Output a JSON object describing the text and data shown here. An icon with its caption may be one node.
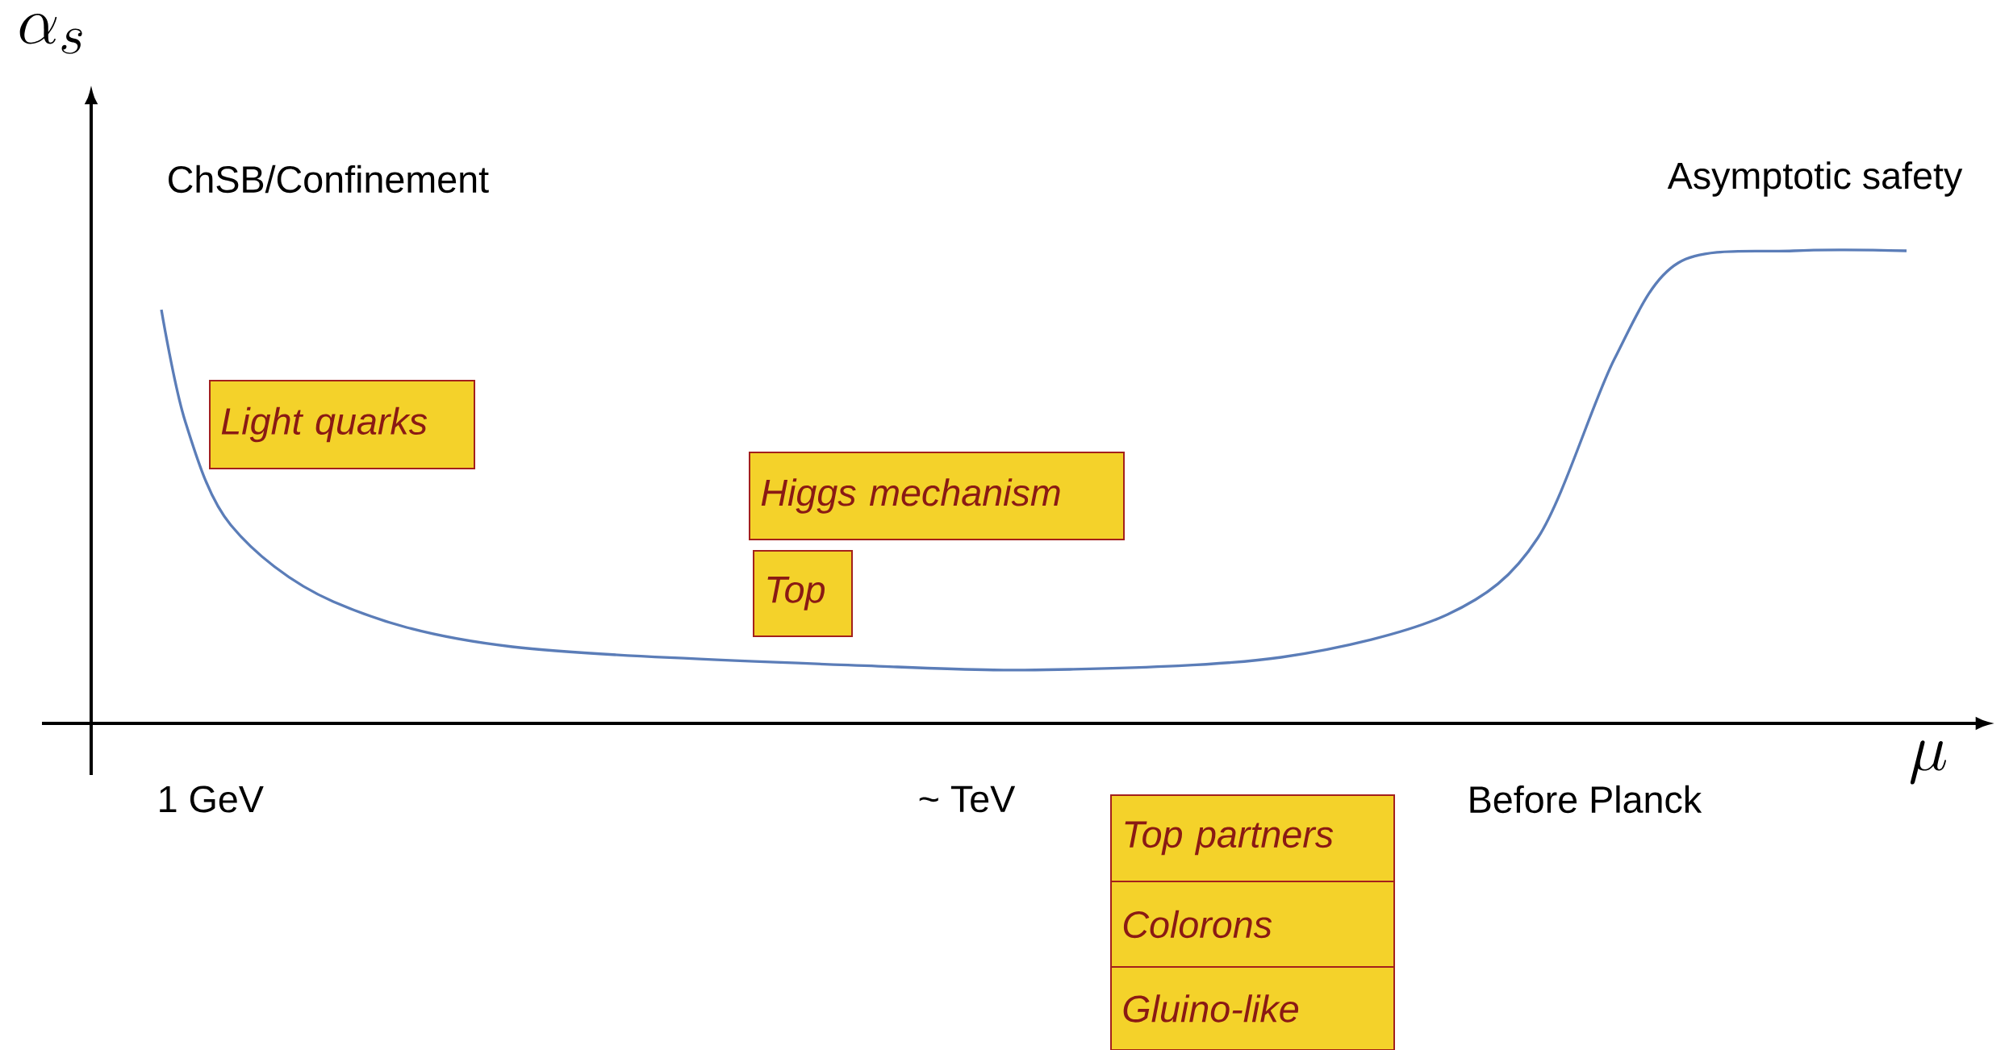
{
  "diagram": {
    "nodes": [
      {
        "text": [
          "Light quarks"
        ]
      },
      {
        "text": [
          "Higgs mechanism"
        ]
      },
      {
        "text": [
          "Top"
        ]
      },
      {
        "text": [
          "Top partners"
        ]
      },
      {
        "text": [
          "Colorons"
        ]
      },
      {
        "text": [
          "Gluino-like"
        ]
      }
    ],
    "labels": [
      "\\alpha_s",
      "ChSB/Confinement",
      "Asymptotic safety",
      "1 GeV",
      "~ TeV",
      "Before Planck",
      "\\mu"
    ]
  }
}
